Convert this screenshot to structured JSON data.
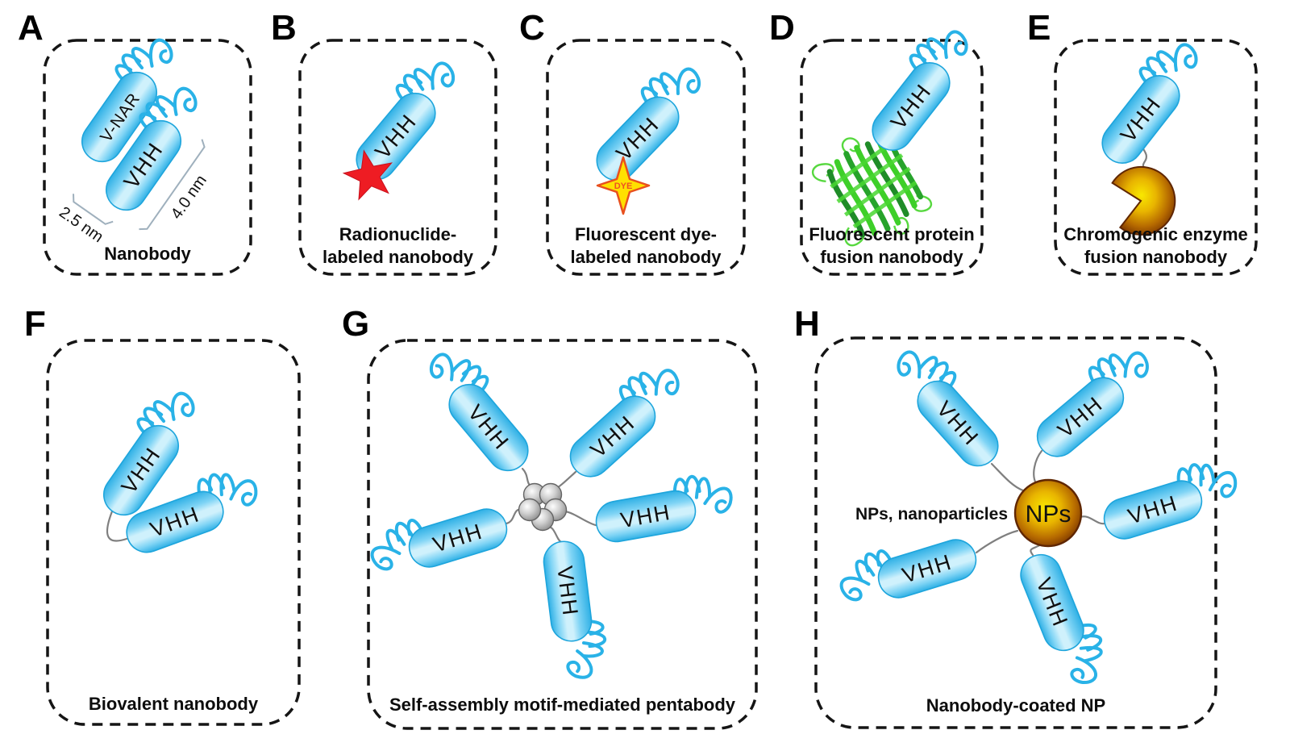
{
  "figure": {
    "panels": [
      {
        "letter": "A",
        "caption1": "Nanobody",
        "caption2": ""
      },
      {
        "letter": "B",
        "caption1": "Radionuclide-",
        "caption2": "labeled nanobody"
      },
      {
        "letter": "C",
        "caption1": "Fluorescent dye-",
        "caption2": "labeled nanobody"
      },
      {
        "letter": "D",
        "caption1": "Fluorescent protein",
        "caption2": "fusion nanobody"
      },
      {
        "letter": "E",
        "caption1": "Chromogenic enzyme",
        "caption2": "fusion nanobody"
      },
      {
        "letter": "F",
        "caption1": "Biovalent nanobody",
        "caption2": ""
      },
      {
        "letter": "G",
        "caption1": "Self-assembly motif-mediated pentabody",
        "caption2": ""
      },
      {
        "letter": "H",
        "caption1": "Nanobody-coated NP",
        "caption2": ""
      }
    ],
    "labels": {
      "vhh": "VHH",
      "vnar": "V-NAR",
      "dye": "DYE",
      "nps": "NPs",
      "nps_annotation": "NPs, nanoparticles",
      "dim_width": "2.5 nm",
      "dim_length": "4.0 nm"
    },
    "colors": {
      "capsule_blue": "#2fb0e5",
      "capsule_highlight": "#cff1fc",
      "cdr_loop_blue": "#29b2e7",
      "radionuclide_star_red": "#ee1c23",
      "dye_star_yellow": "#ffe000",
      "dye_star_orange": "#e8501e",
      "gfp_green": "#3ecf29",
      "enzyme_np_yellow": "#f9e800",
      "enzyme_np_brown": "#7c3700",
      "motif_sphere_gray": "#9a9a9a",
      "linker_gray": "#7f7f7f",
      "border_black": "#151515"
    }
  }
}
